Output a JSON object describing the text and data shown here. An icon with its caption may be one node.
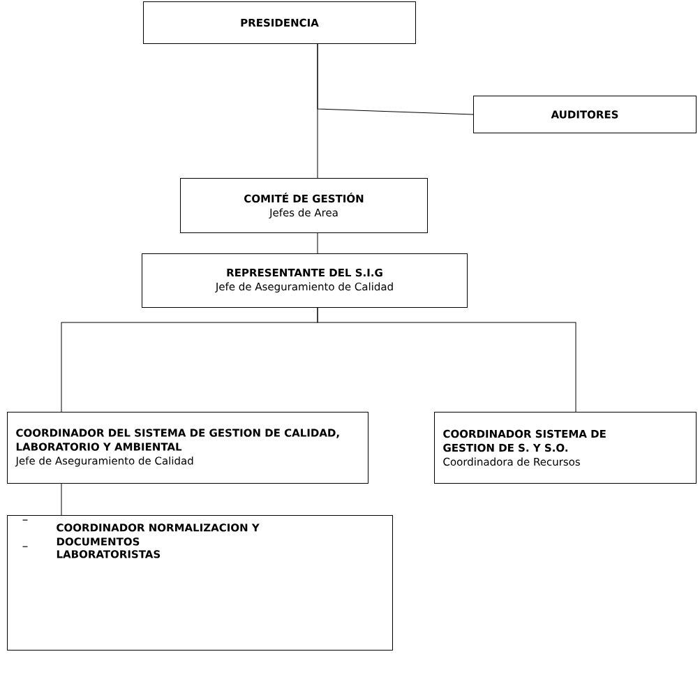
{
  "diagram": {
    "nodes": [
      {
        "text": [
          "PRESIDENCIA"
        ]
      },
      {
        "text": [
          "AUDITORES"
        ]
      },
      {
        "text": [
          "COMITÉ DE GESTIÓN",
          "Jefes de Area"
        ]
      },
      {
        "text": [
          "REPRESENTANTE DEL S.I.G",
          "Jefe de Aseguramiento de Calidad"
        ]
      },
      {
        "text": [
          "COORDINADOR DEL SISTEMA DE GESTION DE CALIDAD, LABORATORIO Y AMBIENTAL",
          "Jefe de Aseguramiento de Calidad"
        ]
      },
      {
        "text": [
          "COORDINADOR SISTEMA DE GESTION DE S. Y S.O.",
          "Coordinadora de Recursos"
        ]
      },
      {
        "text": [
          "COORDINADOR NORMALIZACION Y DOCUMENTOS",
          "LABORATORISTAS"
        ]
      }
    ],
    "edges": [
      {
        "from": 0,
        "to": 2,
        "arrow": "none"
      },
      {
        "from": 0,
        "to": 1,
        "arrow": "none"
      },
      {
        "from": 2,
        "to": 3,
        "arrow": "none"
      },
      {
        "from": 3,
        "to": 4,
        "arrow": "none"
      },
      {
        "from": 3,
        "to": 5,
        "arrow": "none"
      },
      {
        "from": 4,
        "to": 6,
        "arrow": "none"
      }
    ]
  }
}
